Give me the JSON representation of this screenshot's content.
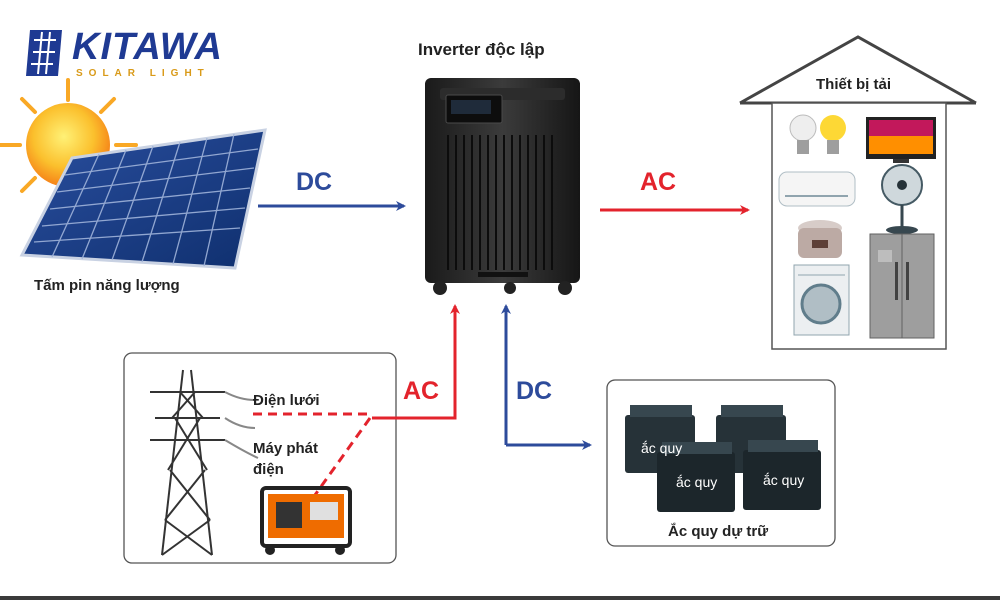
{
  "brand": {
    "name": "KITAWA",
    "tagline": "SOLAR LIGHT"
  },
  "title": "Inverter độc lập",
  "nodes": {
    "solar_panel": "Tấm pin năng lượng",
    "loads": "Thiết bị tải",
    "grid": "Điện lưới",
    "generator_line1": "Máy phát",
    "generator_line2": "điện",
    "battery_bank": "Ắc quy dự trữ",
    "battery_label": "ắc quy"
  },
  "flows": {
    "solar_to_inverter": "DC",
    "inverter_to_loads": "AC",
    "grid_to_inverter": "AC",
    "inverter_battery": "DC"
  },
  "colors": {
    "dc": "#2d4b9b",
    "ac": "#e3232c",
    "brand": "#1f3a93",
    "accent": "#d99a18"
  }
}
